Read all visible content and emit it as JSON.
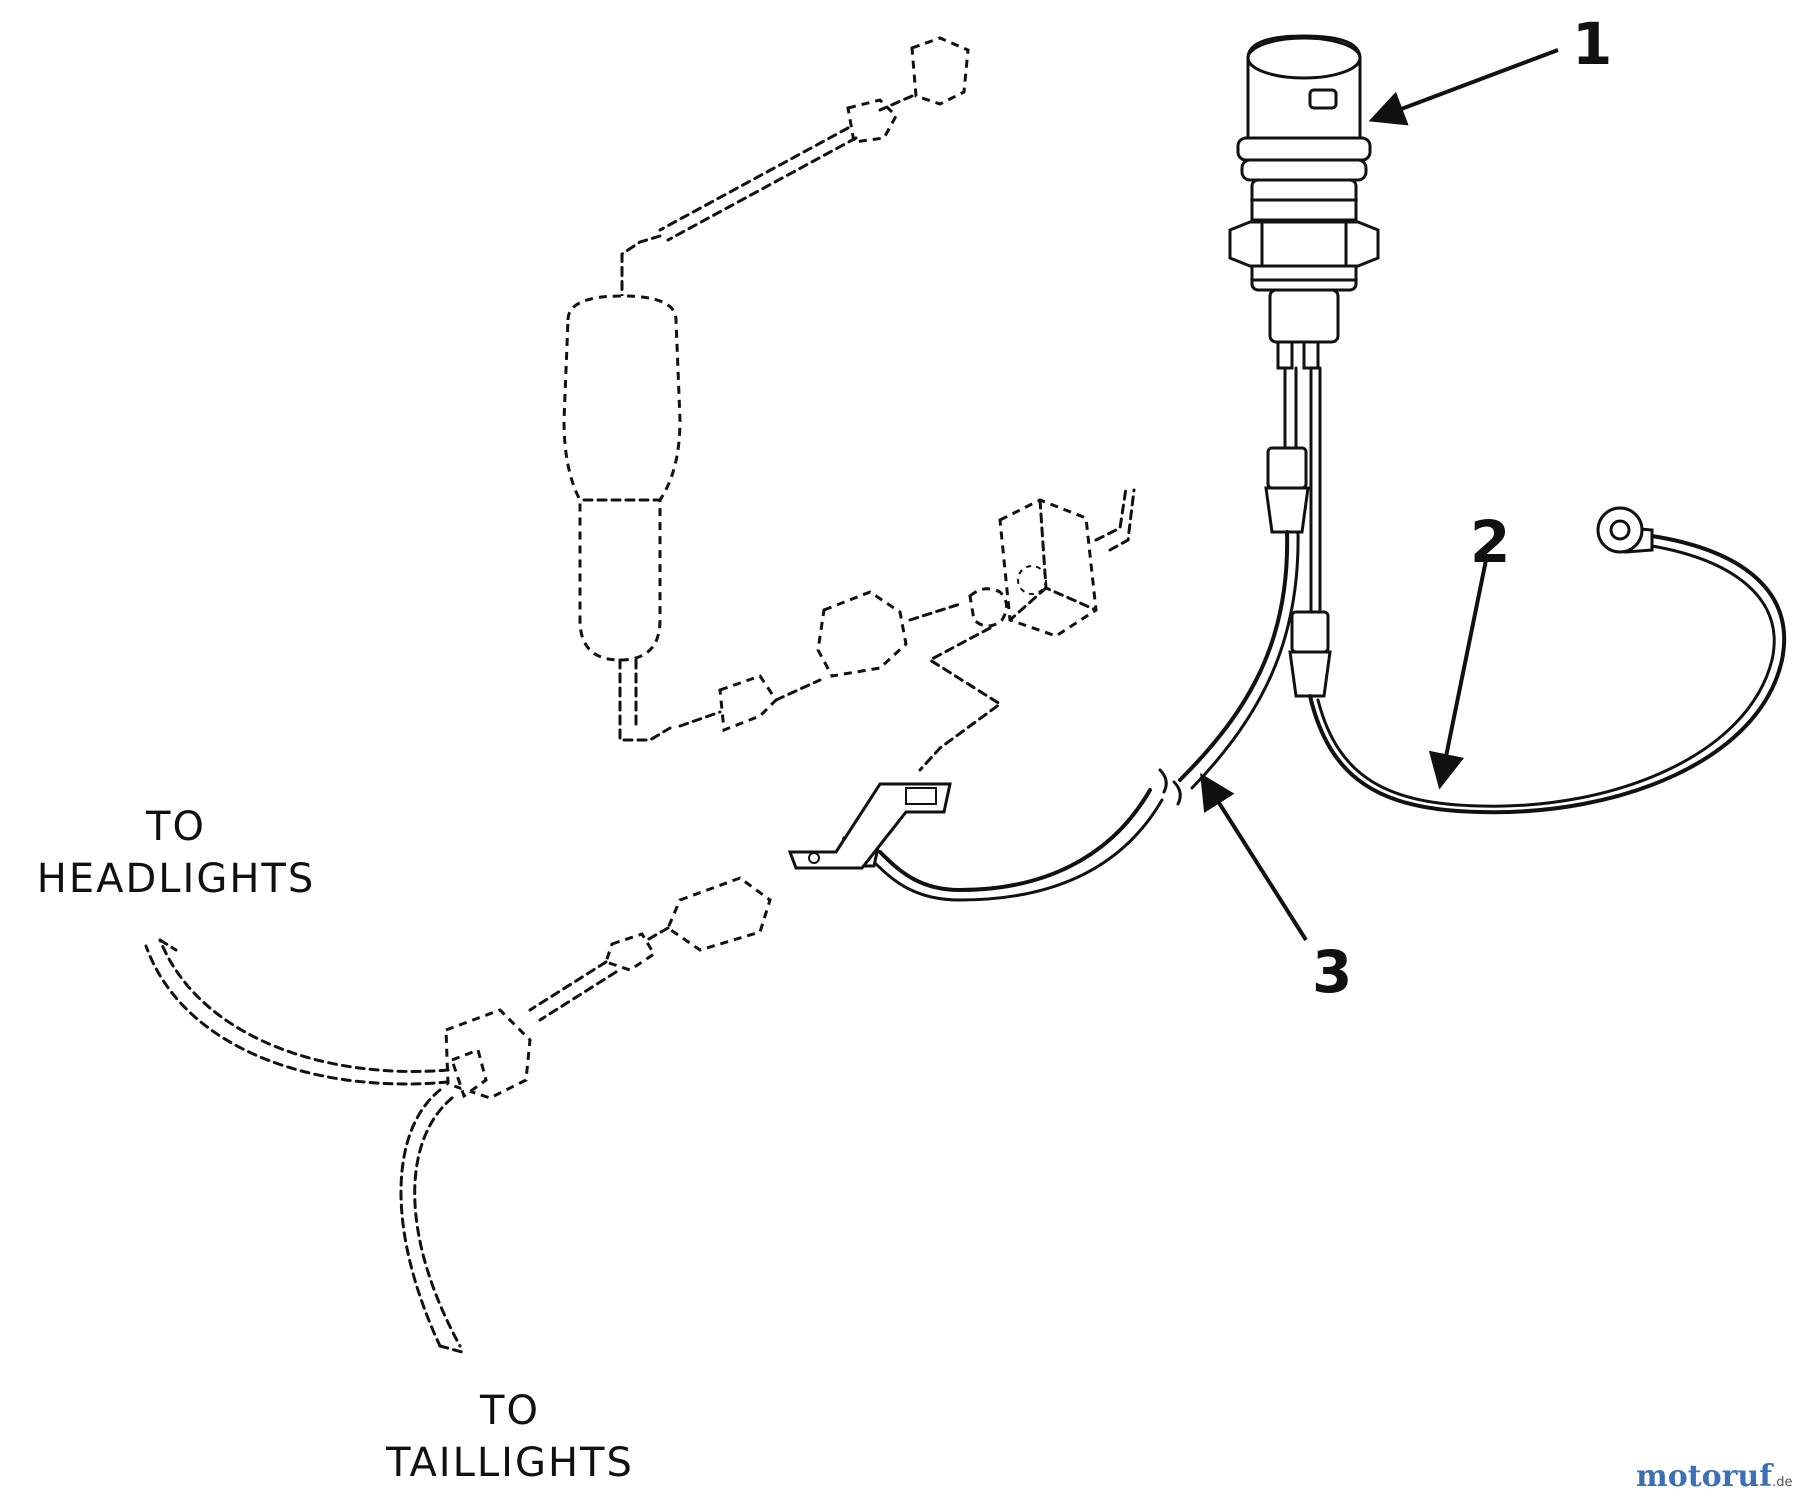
{
  "callouts": {
    "one": "1",
    "two": "2",
    "three": "3"
  },
  "labels": {
    "to_headlights_1": "TO",
    "to_headlights_2": "HEADLIGHTS",
    "to_taillights_1": "TO",
    "to_taillights_2": "TAILLIGHTS"
  },
  "watermark": {
    "brand": "motoruf",
    "suffix": ".de",
    "colors": [
      "#3b6fb6",
      "#d9a21b",
      "#c2322c",
      "#4a9b3f"
    ]
  }
}
